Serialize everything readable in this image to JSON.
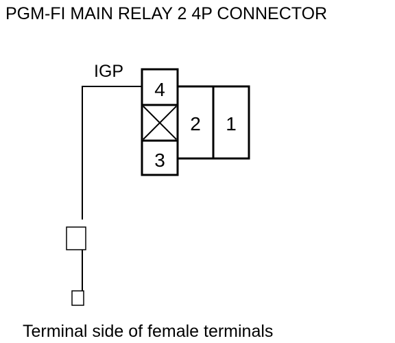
{
  "title": "PGM-FI MAIN RELAY 2 4P CONNECTOR",
  "wire_label": "IGP",
  "terminals": {
    "t4": "4",
    "t3": "3",
    "t2": "2",
    "t1": "1"
  },
  "caption": "Terminal side of female terminals"
}
